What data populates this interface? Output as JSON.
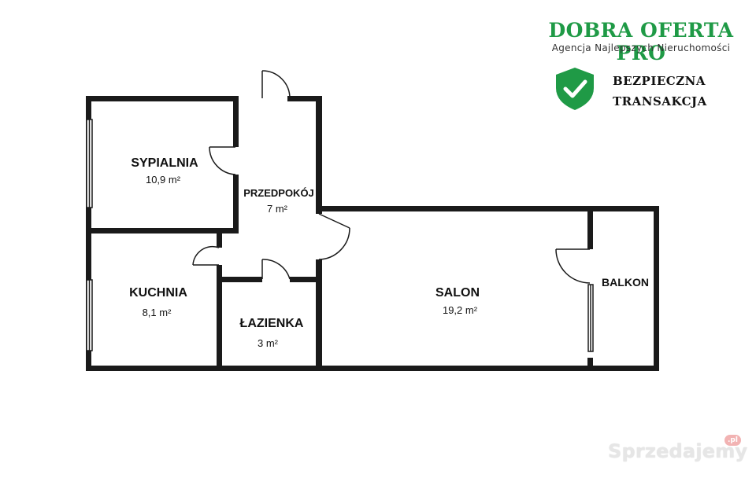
{
  "brand": {
    "title": "DOBRA OFERTA PRO",
    "subtitle": "Agencja Najlepszych Nieruchomości",
    "color": "#1f9a46"
  },
  "badge": {
    "line1": "BEZPIECZNA",
    "line2": "TRANSAKCJA",
    "icon": "shield-check-icon",
    "color": "#1f9a46"
  },
  "rooms": {
    "sypialnia": {
      "name": "SYPIALNIA",
      "area": "10,9 m²"
    },
    "przedpokoj": {
      "name": "PRZEDPOKÓJ",
      "area": "7 m²"
    },
    "kuchnia": {
      "name": "KUCHNIA",
      "area": "8,1 m²"
    },
    "lazienka": {
      "name": "ŁAZIENKA",
      "area": "3 m²"
    },
    "salon": {
      "name": "SALON",
      "area": "19,2 m²"
    },
    "balkon": {
      "name": "BALKON"
    }
  },
  "watermark": {
    "text": "Sprzedajemy",
    "badge": ".pl"
  },
  "colors": {
    "wall": "#1a1a1a",
    "window": "#ffffff"
  }
}
